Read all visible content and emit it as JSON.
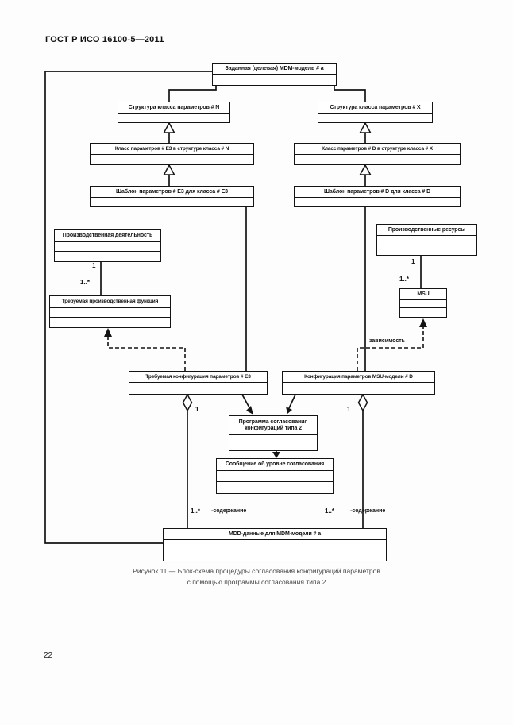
{
  "page": {
    "header": "ГОСТ Р ИСО 16100-5—2011",
    "page_number": "22",
    "caption_line1": "Рисунок 11 — Блок-схема процедуры согласования конфигураций параметров",
    "caption_line2": "с помощью программы согласования типа 2"
  },
  "diagram": {
    "boxes": {
      "target_model": {
        "title": "Заданная (целевая) MDM-модель # a"
      },
      "struct_n": {
        "title": "Структура класса параметров # N"
      },
      "struct_x": {
        "title": "Структура класса параметров # X"
      },
      "class_e3": {
        "title": "Класс параметров # E3 в структуре класса # N"
      },
      "class_d": {
        "title": "Класс параметров # D в структуре класса # X"
      },
      "template_e3": {
        "title": "Шаблон параметров # E3 для класса # E3"
      },
      "template_d": {
        "title": "Шаблон параметров # D для класса # D"
      },
      "prod_activity": {
        "title": "Производственная деятельность"
      },
      "prod_resources": {
        "title": "Производственные ресурсы"
      },
      "req_function": {
        "title": "Требуемая производственная функция"
      },
      "msu": {
        "title": "MSU"
      },
      "req_config": {
        "title": "Требуемая конфигурация параметров # E3"
      },
      "msu_config": {
        "title": "Конфигурация параметров MSU-модели # D"
      },
      "program": {
        "title": "Программа согласования конфигураций типа 2"
      },
      "message": {
        "title": "Сообщение об уровне согласования"
      },
      "mdd_data": {
        "title": "MDD-данные для MDM-модели # a"
      }
    },
    "labels": {
      "activity_mult_one": "1",
      "activity_mult_many": "1..*",
      "resources_mult_one": "1",
      "resources_mult_many": "1..*",
      "dependency": "зависимость",
      "agg_left_one": "1",
      "agg_right_one": "1",
      "contains_left_mult": "1..*",
      "contains_left_role": "-содержание",
      "contains_right_mult": "1..*",
      "contains_right_role": "-содержание"
    },
    "colors": {
      "line": "#141414",
      "box_bg": "#ffffff"
    }
  }
}
